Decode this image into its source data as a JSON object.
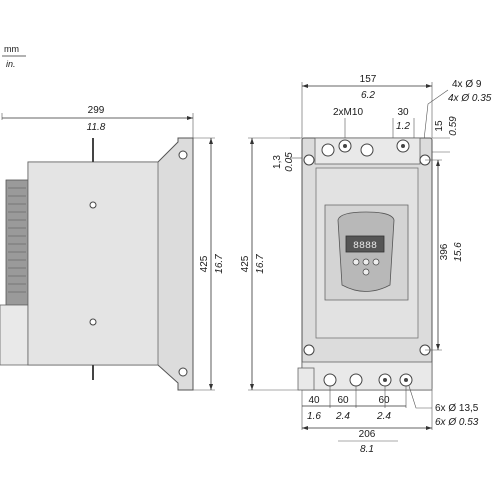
{
  "units": {
    "primary": "mm",
    "secondary": "in."
  },
  "side_view": {
    "width_mm": "299",
    "width_in": "11.8",
    "height_mm": "425",
    "height_in": "16.7"
  },
  "front_view": {
    "height_mm": "425",
    "height_in": "16.7",
    "width_mm": "157",
    "width_in": "6.2",
    "screw_label": "2xM10",
    "terminal_width_mm": "30",
    "terminal_width_in": "1.2",
    "top_offset_mm": "15",
    "top_offset_in": "0.59",
    "edge_offset_mm": "1,3",
    "edge_offset_in": "0.05",
    "mount_holes_mm": "4x Ø 9",
    "mount_holes_in": "4x Ø 0.35",
    "hole_spacing_mm": "396",
    "hole_spacing_in": "15.6",
    "bottom_holes_mm": "6x Ø 13,5",
    "bottom_holes_in": "6x Ø 0.53",
    "bottom_pitch_1_mm": "40",
    "bottom_pitch_1_in": "1.6",
    "bottom_pitch_2_mm": "60",
    "bottom_pitch_2_in": "2.4",
    "bottom_pitch_3_mm": "60",
    "bottom_pitch_3_in": "2.4",
    "overall_width_mm": "206",
    "overall_width_in": "8.1",
    "display_digits": "8888"
  }
}
